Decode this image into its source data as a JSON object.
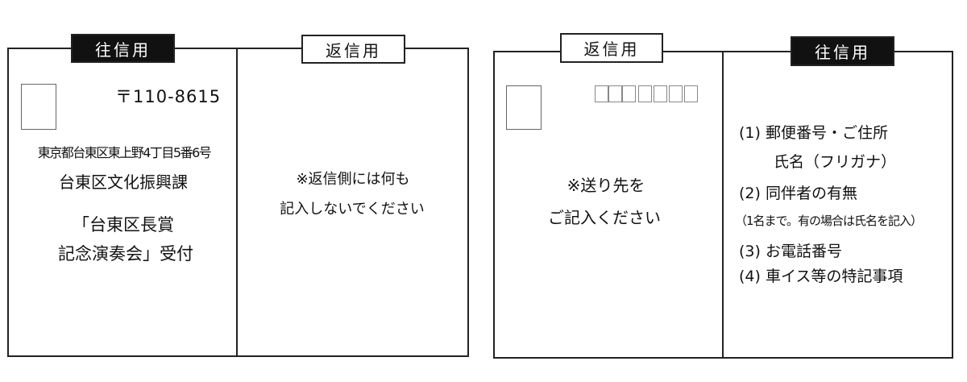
{
  "left_postcard": {
    "outgoing_label": "往信用",
    "reply_label": "返信用",
    "postal_code": "〒110-8615",
    "address": "東京都台東区東上野4丁目5番6号",
    "department": "台東区文化振興課",
    "event_line1": "「台東区長賞",
    "event_line2": "記念演奏会」受付",
    "reply_note_line1": "※返信側には何も",
    "reply_note_line2": "記入しないでください"
  },
  "right_postcard": {
    "reply_label": "返信用",
    "outgoing_label": "往信用",
    "reply_note_line1": "※送り先を",
    "reply_note_line2": "ご記入ください",
    "items": [
      "(1) 郵便番号・ご住所",
      "氏名（フリガナ）",
      "(2) 同伴者の有無",
      "（1名まで。有の場合は氏名を記入）",
      "(3) お電話番号",
      "(4) 車イス等の特記事項"
    ]
  }
}
